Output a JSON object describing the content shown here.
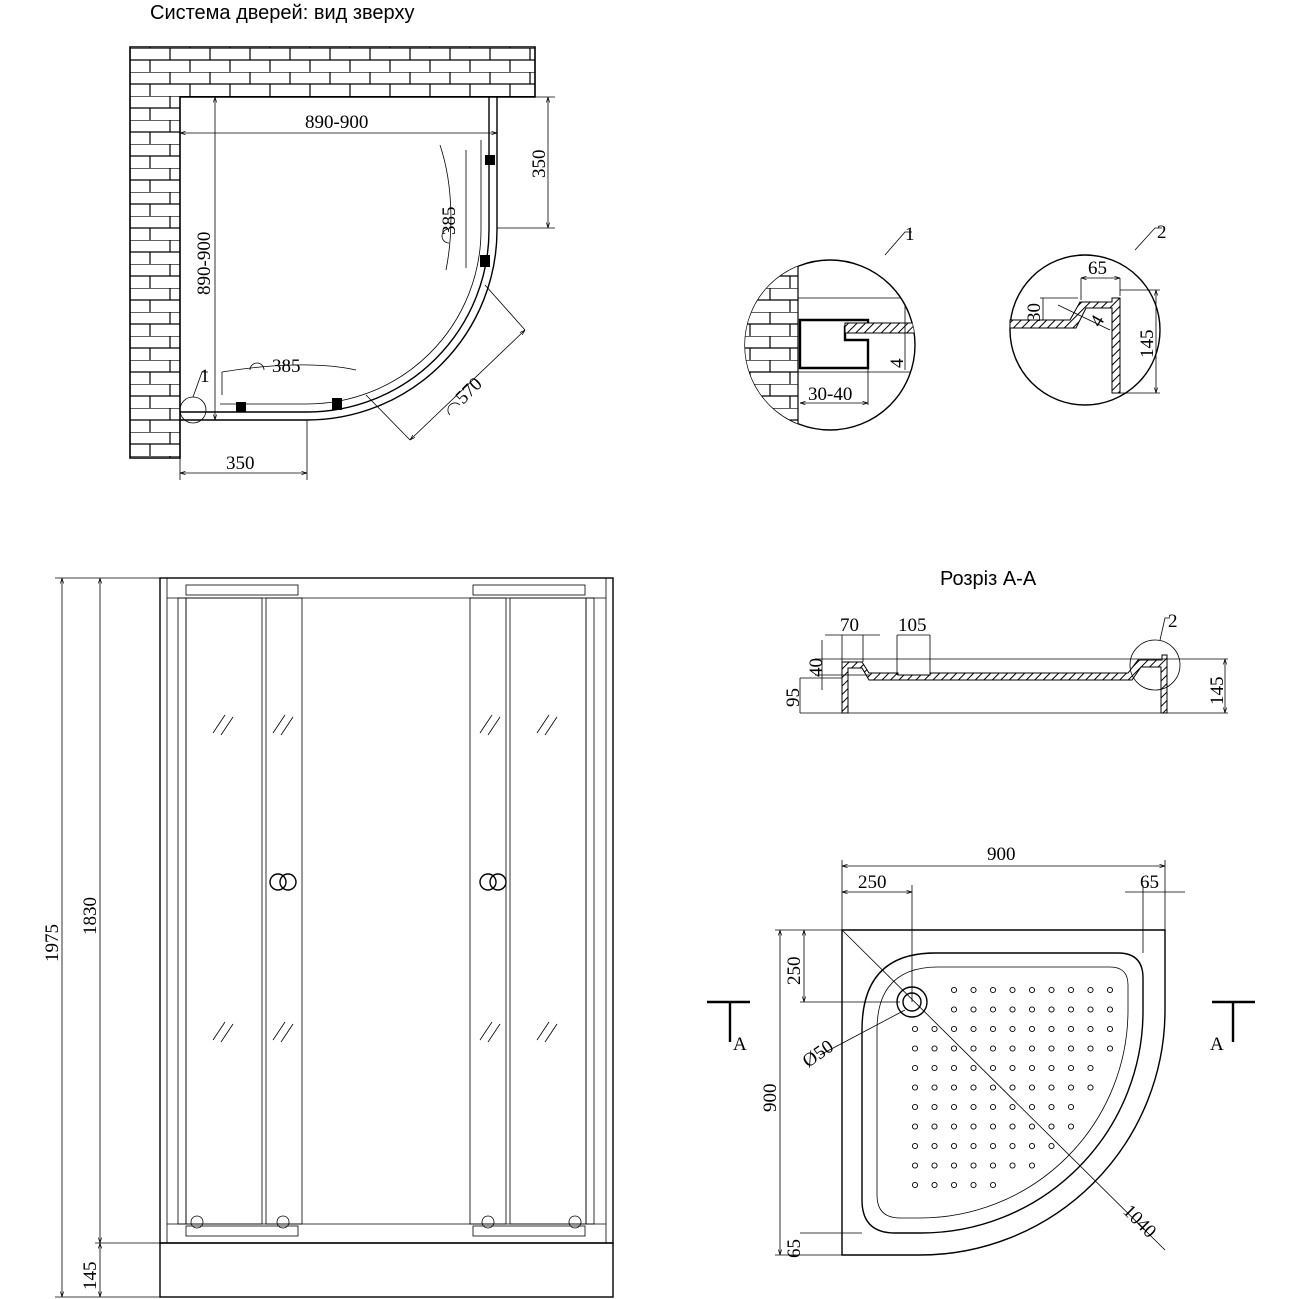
{
  "plan_view": {
    "title": "Система дверей: вид зверху",
    "width_label": "890-900",
    "depth_label": "890-900",
    "right_offset": "350",
    "bottom_offset": "350",
    "door_side_label": "385",
    "door_bottom_label": "385",
    "entrance_label": "570",
    "detail_ref": "1"
  },
  "detail_1": {
    "ref": "1",
    "gap_label": "30-40",
    "thickness_label": "4"
  },
  "detail_2": {
    "ref": "2",
    "width_label": "65",
    "height_label": "30",
    "thickness_label": "4",
    "wall_label": "145"
  },
  "front_view": {
    "total_height": "1975",
    "cabin_height": "1830",
    "tray_height": "145"
  },
  "section": {
    "title": "Розріз А-А",
    "rim_label": "70",
    "drain_label": "105",
    "rim_height": "40",
    "inner_height": "95",
    "total_height": "145",
    "detail_ref": "2"
  },
  "tray_plan": {
    "width": "900",
    "drain_offset_x": "250",
    "edge_x": "65",
    "drain_offset_y": "250",
    "depth": "900",
    "edge_y": "65",
    "drain_diameter": "Ø50",
    "diagonal": "1040",
    "section_marker": "A"
  }
}
